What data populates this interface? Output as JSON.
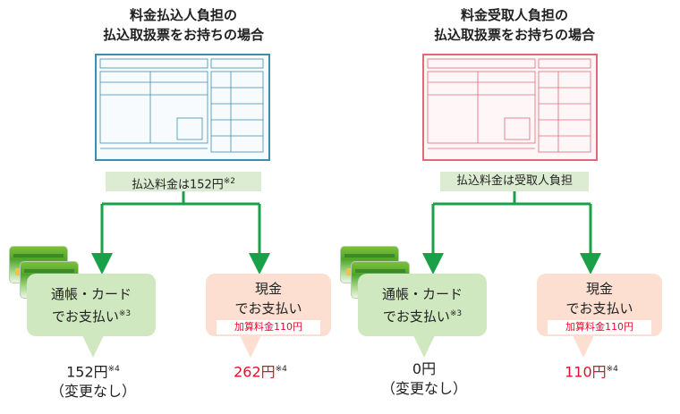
{
  "left": {
    "title_line1": "料金払込人負担の",
    "title_line2": "払込取扱票をお持ちの場合",
    "fee_label": "払込料金は152円",
    "fee_note": "※2",
    "card_option": {
      "line1": "通帳・カード",
      "line2": "でお支払い",
      "note": "※3"
    },
    "cash_option": {
      "line1": "現金",
      "line2": "でお支払い",
      "addfee": "加算料金110円"
    },
    "card_result": {
      "amount": "152円",
      "note": "※4",
      "sub": "（変更なし）"
    },
    "cash_result": {
      "amount": "262円",
      "note": "※4"
    }
  },
  "right": {
    "title_line1": "料金受取人負担の",
    "title_line2": "払込取扱票をお持ちの場合",
    "fee_label": "払込料金は受取人負担",
    "card_option": {
      "line1": "通帳・カード",
      "line2": "でお支払い",
      "note": "※3"
    },
    "cash_option": {
      "line1": "現金",
      "line2": "でお支払い",
      "addfee": "加算料金110円"
    },
    "card_result": {
      "amount": "0円",
      "sub": "（変更なし）"
    },
    "cash_result": {
      "amount": "110円",
      "note": "※4"
    }
  },
  "colors": {
    "arrow_green": "#1aa048",
    "slip_blue": "#3a8fb0",
    "slip_red": "#e06a78",
    "accent_red": "#e0102c"
  }
}
